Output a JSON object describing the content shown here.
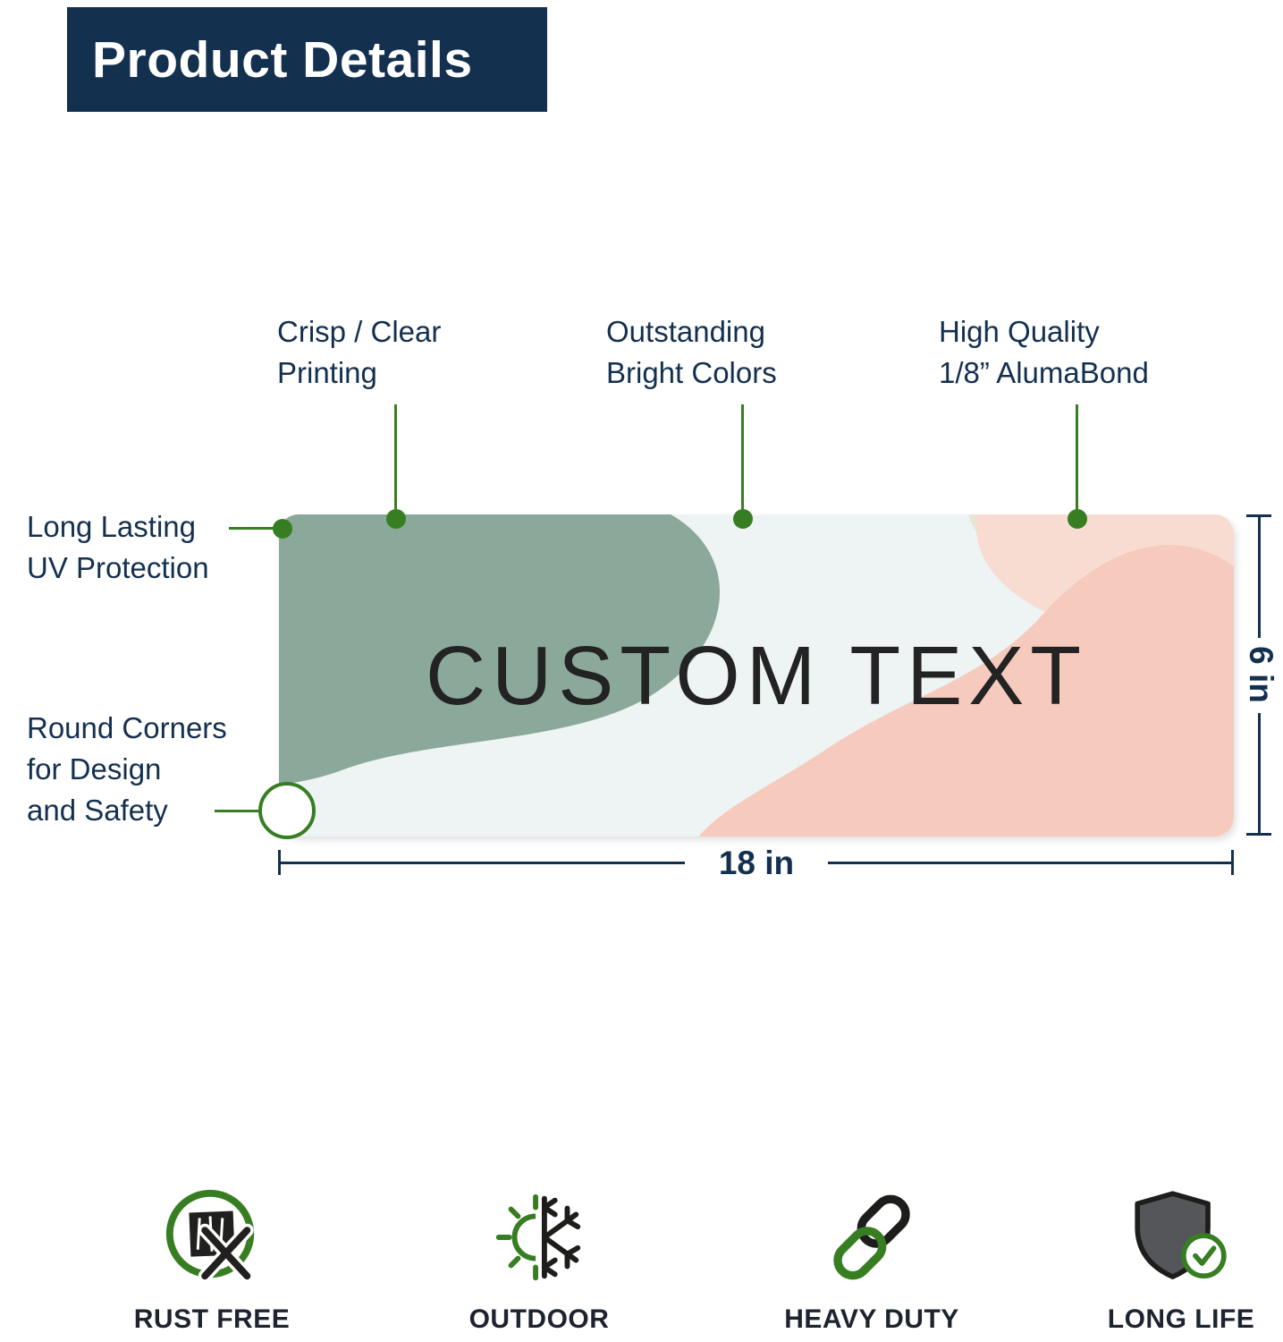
{
  "header": {
    "title": "Product Details"
  },
  "callouts": {
    "crisp": {
      "lines": [
        "Crisp / Clear",
        "Printing"
      ]
    },
    "bright": {
      "lines": [
        "Outstanding",
        "Bright Colors"
      ]
    },
    "quality": {
      "lines": [
        "High Quality",
        "1/8” AlumaBond"
      ]
    },
    "uv": {
      "lines": [
        "Long Lasting",
        "UV Protection"
      ]
    },
    "corners": {
      "lines": [
        "Round Corners",
        "for Design",
        "and Safety"
      ]
    }
  },
  "sign": {
    "custom_text": "CUSTOM TEXT"
  },
  "dimensions": {
    "width_label": "18 in",
    "height_label": "6 in"
  },
  "features": [
    {
      "icon": "rust-free-icon",
      "label": "RUST FREE"
    },
    {
      "icon": "outdoor-icon",
      "label": "OUTDOOR"
    },
    {
      "icon": "heavy-duty-icon",
      "label": "HEAVY DUTY"
    },
    {
      "icon": "long-life-icon",
      "label": "LONG LIFE"
    }
  ],
  "colors": {
    "navy": "#14304f",
    "green": "#377e22",
    "sign_background": "#edf4f3",
    "sage_blob": "#8aa99a",
    "pink_blob": "#f6cabc",
    "light_pink_blob": "#f8dcd2",
    "beige_blob": "#e9e4d3",
    "sign_text": "#232323"
  }
}
